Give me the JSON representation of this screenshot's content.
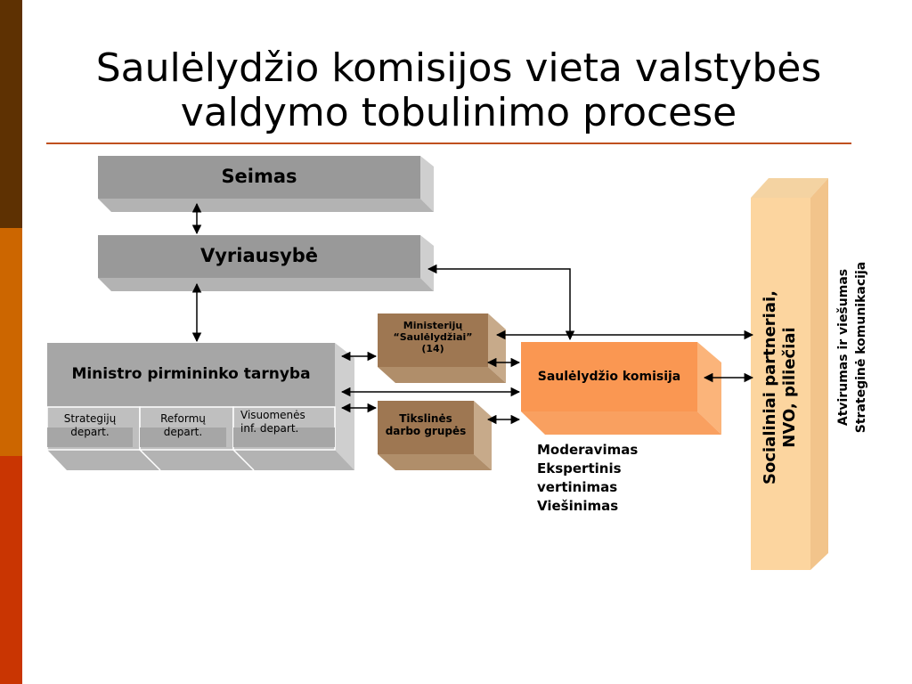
{
  "slide": {
    "title_line1": "Saulėlydžio komisijos vieta valstybės",
    "title_line2": "valdymo tobulinimo procese",
    "accent_colors": [
      "#5e3102",
      "#cc6600",
      "#c93502"
    ]
  },
  "diagram": {
    "seimas": "Seimas",
    "vyriausybe": "Vyriausybė",
    "ministro_tarnyba": "Ministro pirmininko tarnyba",
    "departments": [
      {
        "line1": "Strategijų",
        "line2": "depart."
      },
      {
        "line1": "Reformų",
        "line2": "depart."
      },
      {
        "line1": "Visuomenės",
        "line2": "inf. depart."
      }
    ],
    "ministerijos": {
      "line1": "Ministerijų",
      "line2": "“Saulėlydžiai”",
      "line3": "(14)"
    },
    "tikslines": {
      "line1": "Tikslinės",
      "line2": "darbo grupės"
    },
    "komisija": "Saulėlydžio komisija",
    "roles": [
      "Moderavimas",
      "Ekspertinis",
      "vertinimas",
      "Viešinimas"
    ],
    "partners": {
      "line1": "Socialiniai partneriai,",
      "line2": "NVO, piliečiai"
    },
    "openness": {
      "line1": "Atvirumas ir viešumas",
      "line2": "Strateginė komunikacija"
    }
  }
}
